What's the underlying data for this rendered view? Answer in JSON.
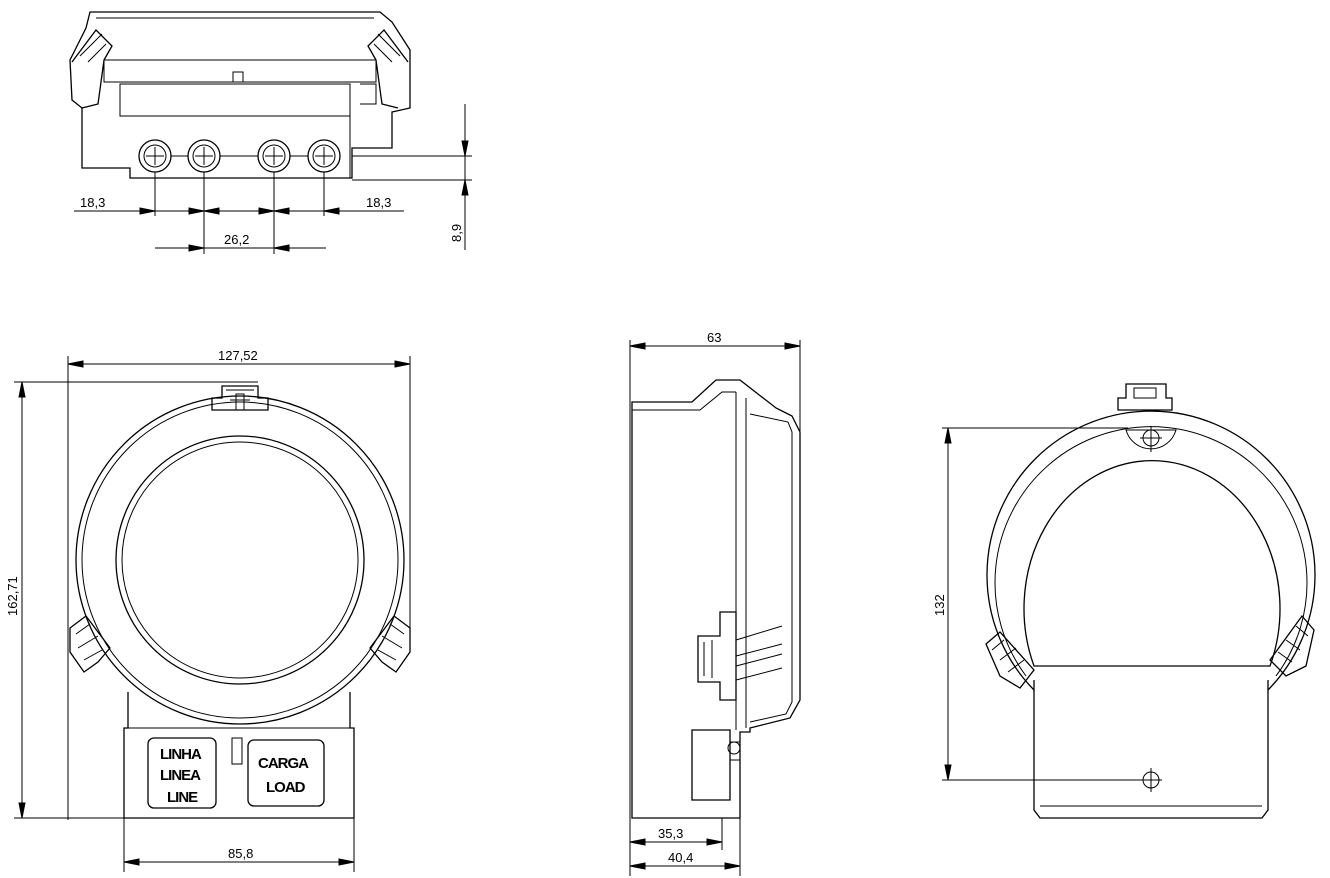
{
  "dimensions": {
    "top_left_offset": "18,3",
    "top_right_offset": "18,3",
    "top_terminal_spacing": "26,2",
    "top_height": "8,9",
    "front_width": "127,52",
    "front_height": "162,71",
    "front_base_width": "85,8",
    "side_depth": "63",
    "side_base_a": "35,3",
    "side_base_b": "40,4",
    "back_height": "132"
  },
  "labels": {
    "line_1": "LINHA",
    "line_2": "LINEA",
    "line_3": "LINE",
    "load_1": "CARGA",
    "load_2": "LOAD"
  }
}
